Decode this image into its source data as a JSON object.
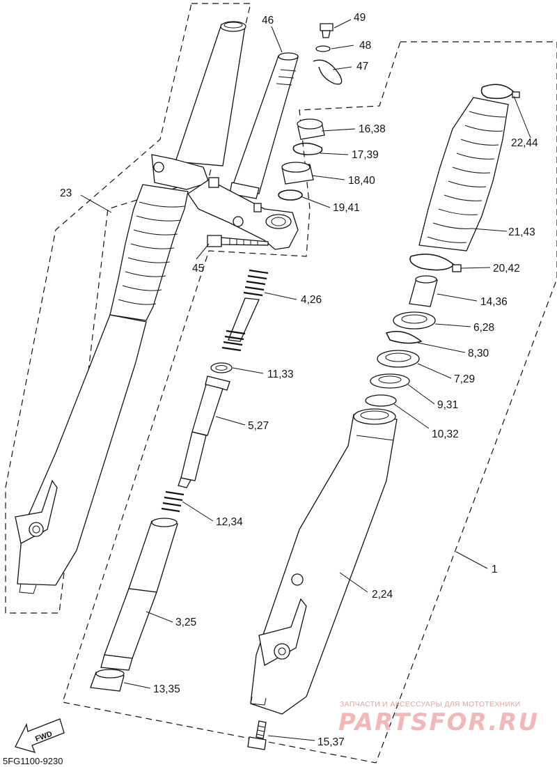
{
  "diagram": {
    "diagram_code": "5FG1100-9230",
    "direction_marker": "FWD",
    "watermark": {
      "tagline": "ЗАПЧАСТИ И АКСЕССУАРЫ ДЛЯ МОТОТЕХНИКИ",
      "brand": "PARTSFOR.RU"
    },
    "callouts": [
      {
        "id": "c1",
        "text": "1"
      },
      {
        "id": "c2",
        "text": "2,24"
      },
      {
        "id": "c3",
        "text": "3,25"
      },
      {
        "id": "c4",
        "text": "4,26"
      },
      {
        "id": "c5",
        "text": "5,27"
      },
      {
        "id": "c6",
        "text": "6,28"
      },
      {
        "id": "c7",
        "text": "7,29"
      },
      {
        "id": "c8",
        "text": "8,30"
      },
      {
        "id": "c9",
        "text": "9,31"
      },
      {
        "id": "c10",
        "text": "10,32"
      },
      {
        "id": "c11",
        "text": "11,33"
      },
      {
        "id": "c12",
        "text": "12,34"
      },
      {
        "id": "c13",
        "text": "13,35"
      },
      {
        "id": "c14",
        "text": "14,36"
      },
      {
        "id": "c15",
        "text": "15,37"
      },
      {
        "id": "c16",
        "text": "16,38"
      },
      {
        "id": "c17",
        "text": "17,39"
      },
      {
        "id": "c18",
        "text": "18,40"
      },
      {
        "id": "c19",
        "text": "19,41"
      },
      {
        "id": "c20",
        "text": "20,42"
      },
      {
        "id": "c21",
        "text": "21,43"
      },
      {
        "id": "c22",
        "text": "22,44"
      },
      {
        "id": "c23",
        "text": "23"
      },
      {
        "id": "c45",
        "text": "45"
      },
      {
        "id": "c46",
        "text": "46"
      },
      {
        "id": "c47",
        "text": "47"
      },
      {
        "id": "c48",
        "text": "48"
      },
      {
        "id": "c49",
        "text": "49"
      }
    ]
  }
}
